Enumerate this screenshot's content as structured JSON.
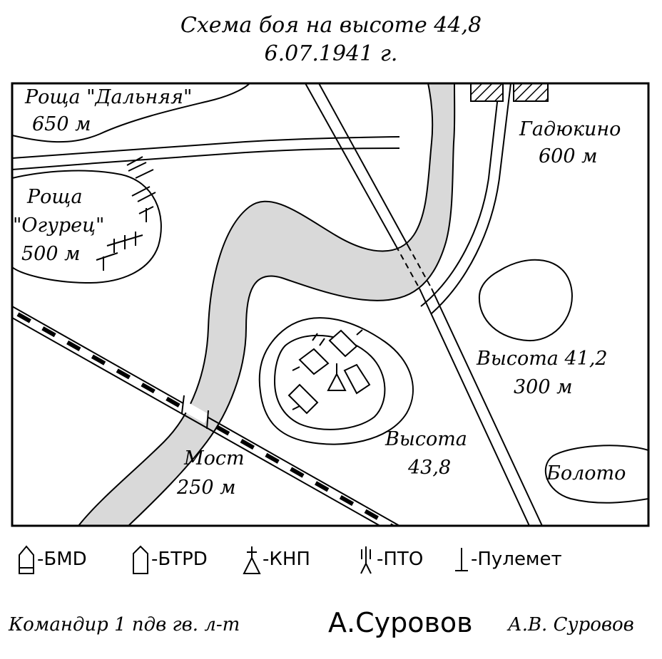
{
  "title": {
    "line1": "Схема боя на высоте 44,8",
    "line2": "6.07.1941 г."
  },
  "map": {
    "labels": {
      "grove_far": "Роща \"Дальняя\"",
      "grove_far_dist": "650 м",
      "grove_cucumber_1": "Роща",
      "grove_cucumber_2": "\"Огурец\"",
      "grove_cucumber_dist": "500 м",
      "village": "Гадюкино",
      "village_dist": "600 м",
      "hill_41": "Высота 41,2",
      "hill_41_dist": "300 м",
      "hill_43_1": "Высота",
      "hill_43_2": "43,8",
      "bridge": "Мост",
      "bridge_dist": "250 м",
      "swamp": "Болото"
    }
  },
  "legend": {
    "bmd": "-БМD",
    "btrd": "-БТРD",
    "knp": "-КНП",
    "pto": "-ПТО",
    "mg": "-Пулемет"
  },
  "signature": {
    "rank_text": "Командир 1 пдв гв. л-т",
    "handwritten": "А.Суровов",
    "name": "А.В. Суровов"
  },
  "colors": {
    "river": "#d9d9d9",
    "ink": "#000000",
    "paper": "#ffffff"
  }
}
